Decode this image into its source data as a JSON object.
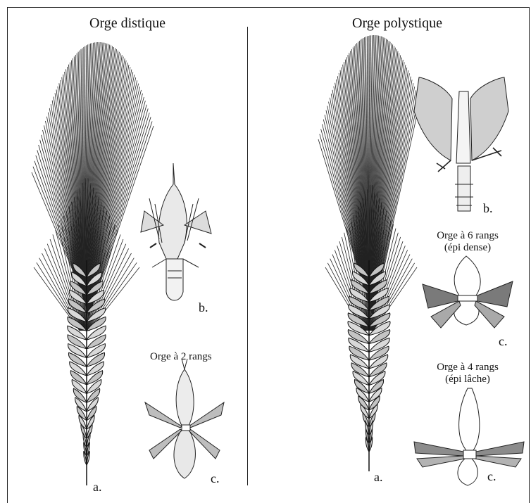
{
  "left_panel": {
    "title": "Orge distique",
    "label_a": "a.",
    "label_b": "b.",
    "label_c": "c.",
    "caption_c": "Orge à 2 rangs"
  },
  "right_panel": {
    "title": "Orge polystique",
    "label_a": "a.",
    "label_b": "b.",
    "label_c6": "c.",
    "label_c4": "c.",
    "caption_6_line1": "Orge à 6 rangs",
    "caption_6_line2": "(épi dense)",
    "caption_4_line1": "Orge à 4 rangs",
    "caption_4_line2": "(épi lâche)"
  },
  "colors": {
    "ink": "#111111",
    "frame": "#222222",
    "background": "#ffffff"
  }
}
